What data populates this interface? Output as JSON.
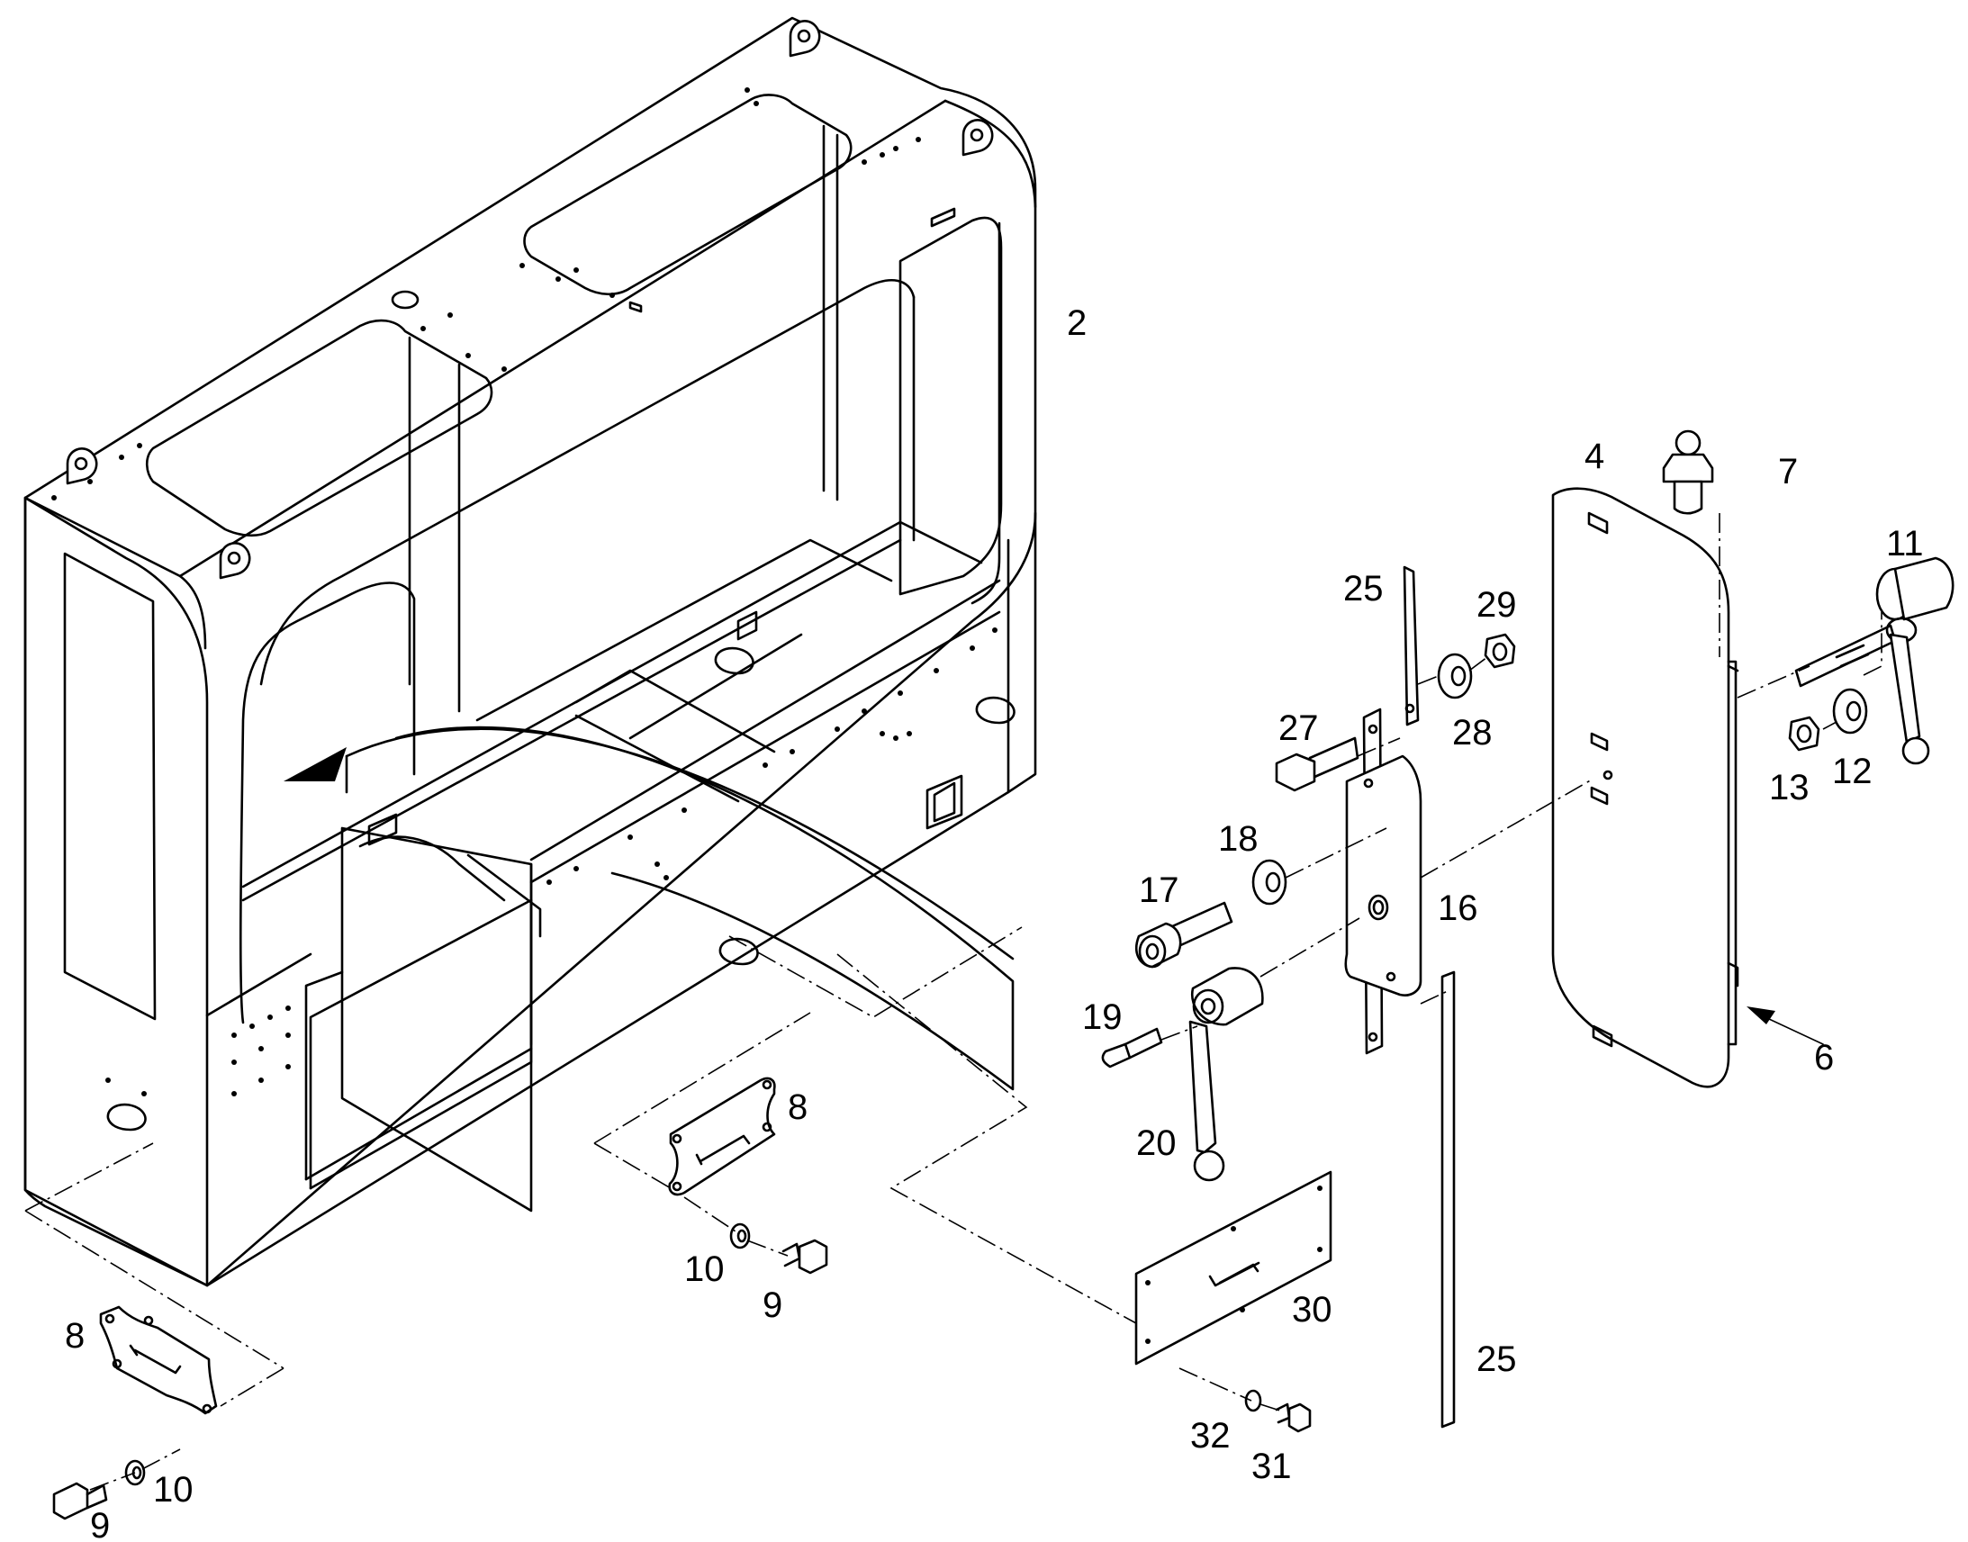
{
  "callouts": {
    "c2": "2",
    "c4": "4",
    "c6": "6",
    "c7": "7",
    "c8a": "8",
    "c8b": "8",
    "c9a": "9",
    "c9b": "9",
    "c10a": "10",
    "c10b": "10",
    "c11": "11",
    "c12": "12",
    "c13": "13",
    "c16": "16",
    "c17": "17",
    "c18": "18",
    "c19": "19",
    "c20": "20",
    "c25a": "25",
    "c25b": "25",
    "c27": "27",
    "c28": "28",
    "c29": "29",
    "c30": "30",
    "c31": "31",
    "c32": "32"
  }
}
